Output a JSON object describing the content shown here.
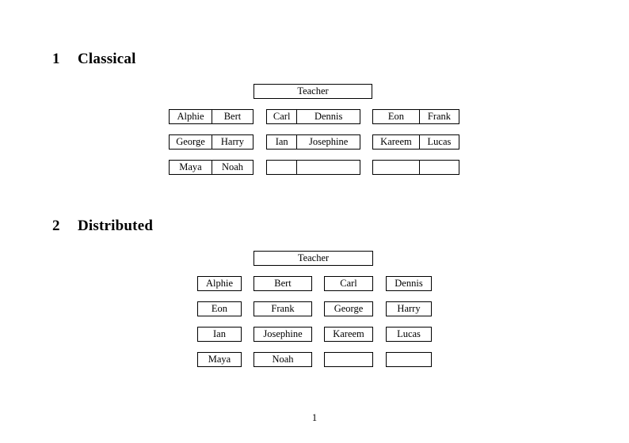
{
  "document": {
    "page_number": "1"
  },
  "sections": [
    {
      "number": "1",
      "title": "Classical",
      "teacher": {
        "label": "Teacher"
      },
      "groups": [
        {
          "rows": [
            {
              "left": "Alphie",
              "right": "Bert"
            },
            {
              "left": "George",
              "right": "Harry"
            },
            {
              "left": "Maya",
              "right": "Noah"
            }
          ]
        },
        {
          "rows": [
            {
              "left": "Carl",
              "right": "Dennis"
            },
            {
              "left": "Ian",
              "right": "Josephine"
            },
            {
              "left": "",
              "right": ""
            }
          ]
        },
        {
          "rows": [
            {
              "left": "Eon",
              "right": "Frank"
            },
            {
              "left": "Kareem",
              "right": "Lucas"
            },
            {
              "left": "",
              "right": ""
            }
          ]
        }
      ]
    },
    {
      "number": "2",
      "title": "Distributed",
      "teacher": {
        "label": "Teacher"
      },
      "grid": [
        [
          "Alphie",
          "Bert",
          "Carl",
          "Dennis"
        ],
        [
          "Eon",
          "Frank",
          "George",
          "Harry"
        ],
        [
          "Ian",
          "Josephine",
          "Kareem",
          "Lucas"
        ],
        [
          "Maya",
          "Noah",
          "",
          ""
        ]
      ]
    }
  ]
}
